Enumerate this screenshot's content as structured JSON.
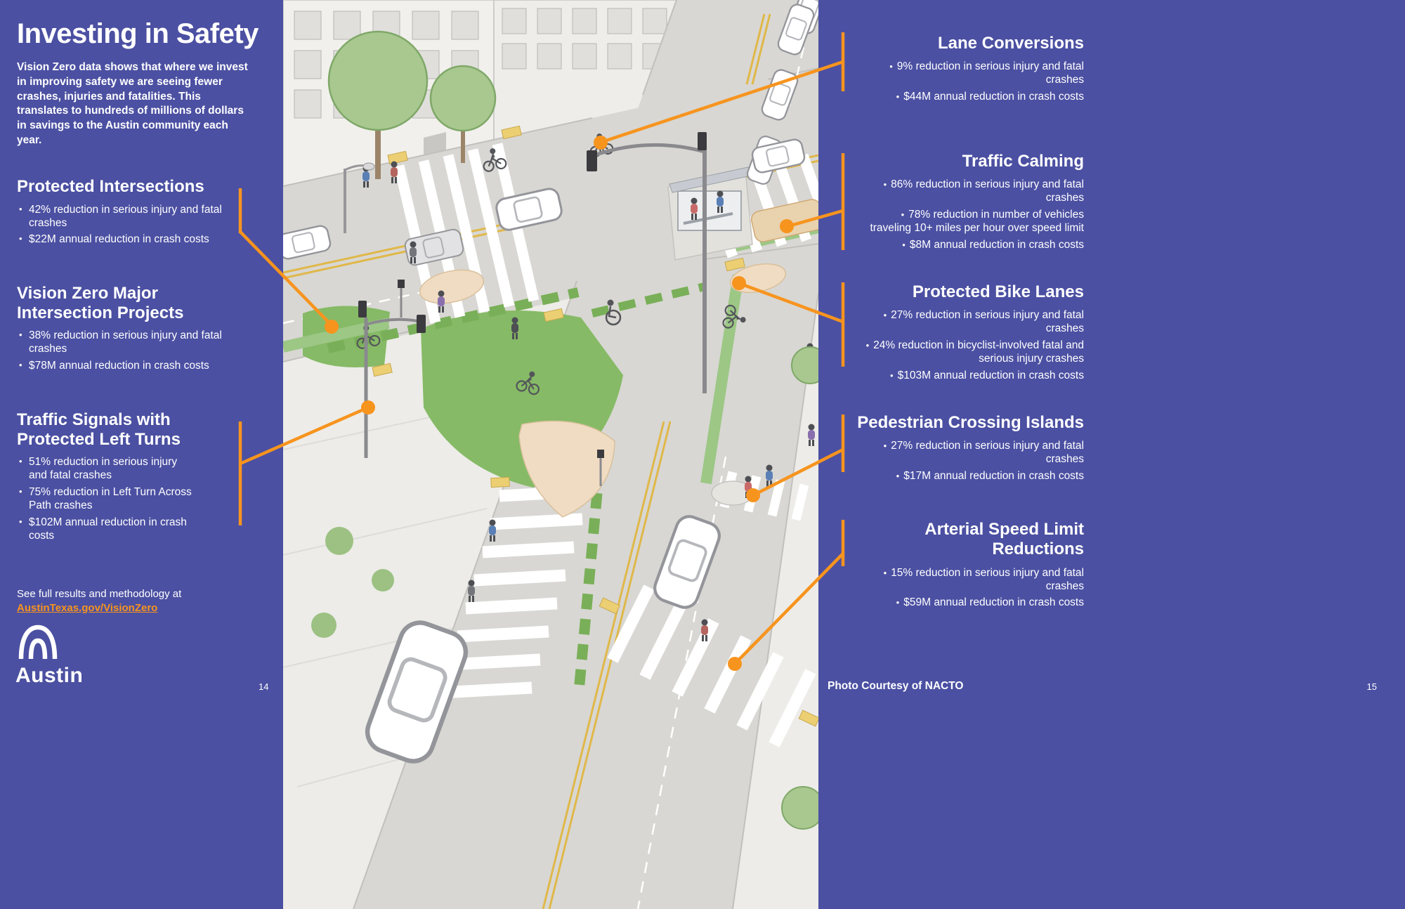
{
  "colors": {
    "panel_purple": "#4b50a2",
    "accent_orange": "#f7941e",
    "text_white": "#ffffff",
    "bike_lane_green": "#86ba66",
    "road_gray": "#d8d7d3"
  },
  "intro": {
    "title": "Investing in Safety",
    "body": "Vision Zero data shows that where we invest in improving safety we are seeing fewer crashes, injuries and fatalities. This translates to hundreds of millions of dollars in savings to the Austin community each year."
  },
  "left_sections": [
    {
      "heading": "Protected Intersections",
      "bullets": [
        "42% reduction in serious injury and fatal crashes",
        "$22M annual reduction in crash costs"
      ]
    },
    {
      "heading": "Vision Zero Major Intersection Projects",
      "bullets": [
        "38% reduction in serious injury and fatal crashes",
        "$78M annual reduction in crash costs"
      ]
    },
    {
      "heading": "Traffic Signals with Protected Left Turns",
      "bullets": [
        "51% reduction in serious injury and fatal crashes",
        "75% reduction in Left Turn Across Path crashes",
        "$102M annual reduction in crash costs"
      ]
    }
  ],
  "right_sections": [
    {
      "heading": "Lane Conversions",
      "bullets": [
        "9% reduction in serious injury and fatal crashes",
        "$44M annual reduction in crash costs"
      ]
    },
    {
      "heading": "Traffic Calming",
      "bullets": [
        "86% reduction in serious injury and fatal crashes",
        "78% reduction in number of vehicles traveling 10+ miles per hour over speed limit",
        "$8M annual reduction in crash costs"
      ]
    },
    {
      "heading": "Protected Bike Lanes",
      "bullets": [
        "27% reduction in serious injury and fatal crashes",
        "24% reduction in bicyclist-involved fatal and serious injury crashes",
        "$103M annual reduction in crash costs"
      ]
    },
    {
      "heading": "Pedestrian Crossing Islands",
      "bullets": [
        "27% reduction in serious injury and fatal crashes",
        "$17M annual reduction in crash costs"
      ]
    },
    {
      "heading": "Arterial Speed Limit Reductions",
      "bullets": [
        "15% reduction in serious injury and fatal crashes",
        "$59M annual reduction in crash costs"
      ]
    }
  ],
  "footer": {
    "methodology_text": "See full results and methodology at",
    "methodology_link": "AustinTexas.gov/VisionZero",
    "logo_wordmark": "Austin",
    "left_page_number": "14",
    "right_page_number": "15",
    "photo_credit": "Photo Courtesy of NACTO"
  }
}
